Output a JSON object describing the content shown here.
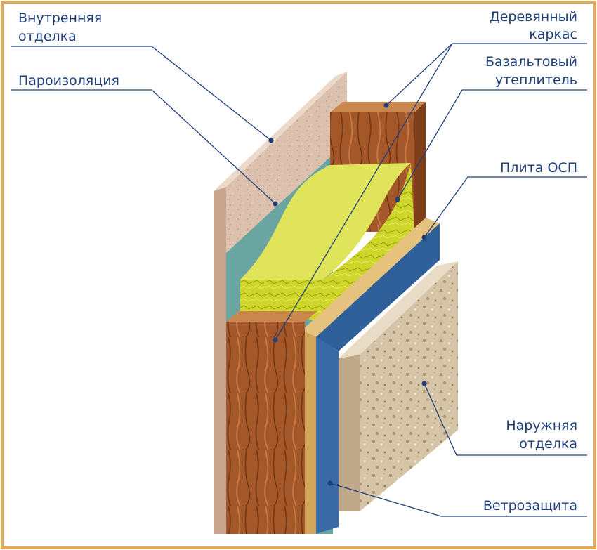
{
  "labels": {
    "interior_finish": [
      "Внутренняя",
      "отделка"
    ],
    "vapor_barrier": "Пароизоляция",
    "wood_frame": [
      "Деревянный",
      "каркас"
    ],
    "basalt_insulation": [
      "Базальтовый",
      "утеплитель"
    ],
    "osb_board": "Плита ОСП",
    "exterior_finish": [
      "Наружняя",
      "отделка"
    ],
    "wind_protection": "Ветрозащита"
  },
  "colors": {
    "border": "#e2ab5c",
    "label_text": "#1e3f7a",
    "interior_panel": "#dcc2ae",
    "vapor_film": "#6aa5a2",
    "wood": "#a4582a",
    "insulation": "#cfd62a",
    "osb": "#e5c27e",
    "wind_membrane": "#2f5f98",
    "exterior_plaster": "#d5c4a8"
  }
}
